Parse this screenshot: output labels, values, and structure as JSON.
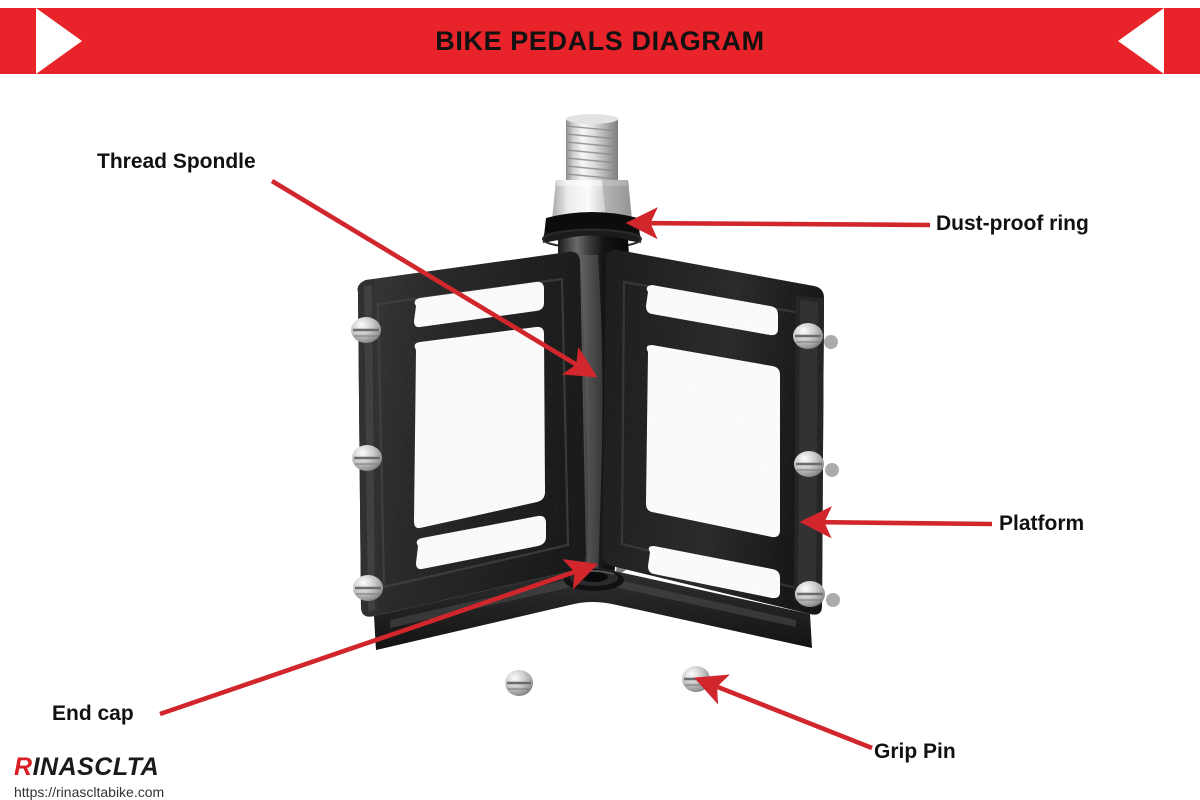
{
  "banner": {
    "title": "BIKE PEDALS DIAGRAM",
    "color": "#e8232a",
    "title_color": "#111111"
  },
  "accent_color": "#d0262c",
  "labels": [
    {
      "id": "thread-spondle",
      "text": "Thread Spondle"
    },
    {
      "id": "dust-proof-ring",
      "text": "Dust-proof ring"
    },
    {
      "id": "platform",
      "text": "Platform"
    },
    {
      "id": "end-cap",
      "text": "End cap"
    },
    {
      "id": "grip-pin",
      "text": "Grip Pin"
    }
  ],
  "callouts": {
    "thread_spondle": "Thread Spondle",
    "dust_proof_ring": "Dust-proof ring",
    "platform": "Platform",
    "end_cap": "End cap",
    "grip_pin": "Grip Pin"
  },
  "footer": {
    "logo_first": "R",
    "logo_rest": "INASCLTA",
    "logo_accent": "#d81f26",
    "url": "https://rinascltabike.com"
  },
  "subject": {
    "name": "bike-platform-pedal",
    "parts": [
      "threaded spindle",
      "hex nut",
      "dust-proof ring",
      "platform cage",
      "grip pins",
      "end cap"
    ]
  }
}
